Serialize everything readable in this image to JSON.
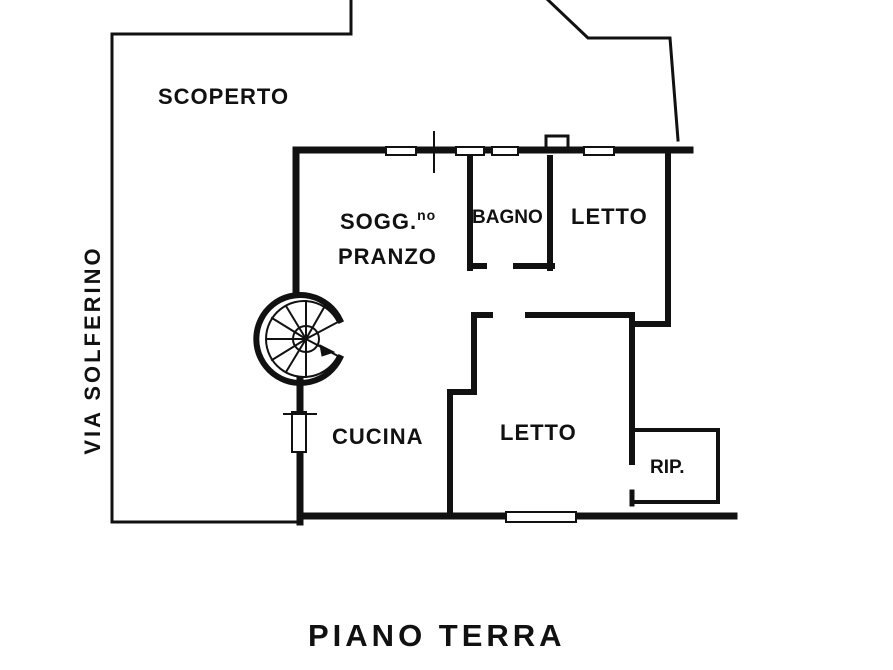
{
  "plan": {
    "outdoor": {
      "scoperto": "SCOPERTO"
    },
    "street": {
      "via_solferino": "VIA SOLFERINO"
    },
    "rooms": {
      "soggiorno_abbr": "SOGG.",
      "soggiorno_sup": "no",
      "pranzo": "PRANZO",
      "bagno": "BAGNO",
      "letto_1": "LETTO",
      "cucina": "CUCINA",
      "letto_2": "LETTO",
      "ripostiglio": "RIP."
    },
    "floor_title": "PIANO TERRA"
  }
}
